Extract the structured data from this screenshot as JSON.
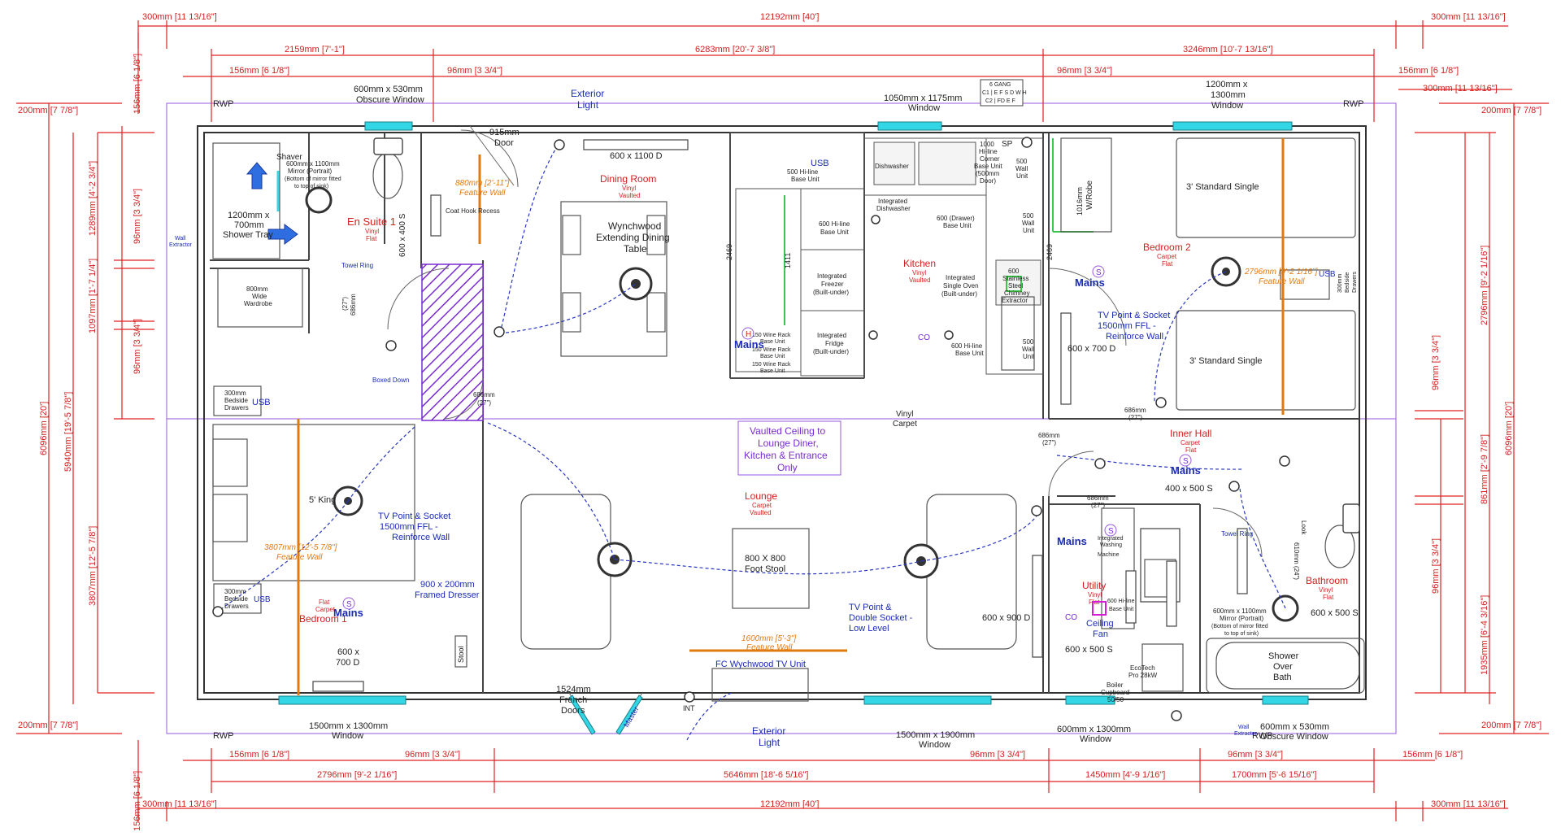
{
  "dims_top": {
    "r1_left": "300mm [11 13/16\"]",
    "r1_mid": "12192mm [40']",
    "r1_right": "300mm [11 13/16\"]",
    "r2_a": "2159mm [7'-1\"]",
    "r2_b": "6283mm [20'-7 3/8\"]",
    "r2_c": "3246mm [10'-7 13/16\"]",
    "r3_a": "156mm [6 1/8\"]",
    "r3_b": "96mm [3 3/4\"]",
    "r3_c": "96mm [3 3/4\"]",
    "r3_d": "156mm [6 1/8\"]",
    "r3_e": "300mm [11 13/16\"]",
    "v_left_top": "156mm [6 1/8\"]"
  },
  "dims_bottom": {
    "r1_a": "156mm [6 1/8\"]",
    "r1_b": "96mm [3 3/4\"]",
    "r1_c": "96mm [3 3/4\"]",
    "r1_d": "96mm [3 3/4\"]",
    "r1_e": "156mm [6 1/8\"]",
    "r2_a": "2796mm [9'-2 1/16\"]",
    "r2_b": "5646mm [18'-6 5/16\"]",
    "r2_c": "1450mm [4'-9 1/16\"]",
    "r2_d": "1700mm [5'-6 15/16\"]",
    "r3_left": "300mm [11 13/16\"]",
    "r3_mid": "12192mm [40']",
    "r3_right": "300mm [11 13/16\"]",
    "v_left_bottom": "156mm [6 1/8\"]"
  },
  "dims_left": {
    "top": "200mm [7 7/8\"]",
    "bottom": "200mm [7 7/8\"]",
    "total": "6096mm [20']",
    "a": "5940mm [19'-5 7/8\"]",
    "b": "3807mm [12'-5 7/8\"]",
    "c": "1289mm [4'-2 3/4\"]",
    "d": "96mm [3 3/4\"]",
    "e": "1097mm [1'-7 1/4\"]",
    "f": "96mm [3 3/4\"]"
  },
  "dims_right": {
    "top": "200mm [7 7/8\"]",
    "bottom": "200mm [7 7/8\"]",
    "total": "6096mm [20']",
    "a": "2796mm [9'-2 1/16\"]",
    "b": "96mm [3 3/4\"]",
    "c": "861mm [2'-9 7/8\"]",
    "d": "96mm [3 3/4\"]",
    "e": "1935mm [6'-4 3/16\"]"
  },
  "windows": {
    "w1": "600mm x 530mm",
    "w1b": "Obscure Window",
    "w2": "1050mm x 1175mm",
    "w2b": "Window",
    "w3": "1200mm x",
    "w3b": "1300mm",
    "w3c": "Window",
    "w4": "1500mm x 1300mm",
    "w4b": "Window",
    "w5": "1500mm x 1900mm",
    "w5b": "Window",
    "w6": "600mm x 1300mm",
    "w6b": "Window",
    "w7": "600mm x 530mm",
    "w7b": "Obscure Window",
    "rwp": "RWP"
  },
  "rooms": {
    "en_suite": "En Suite 1",
    "en_suite_f": "Vinyl",
    "en_suite_c": "Flat",
    "dining": "Dining Room",
    "dining_f": "Vinyl",
    "dining_c": "Vaulted",
    "kitchen": "Kitchen",
    "kitchen_f": "Vinyl",
    "kitchen_c": "Vaulted",
    "bedroom2": "Bedroom 2",
    "bedroom2_f": "Carpet",
    "bedroom2_c": "Flat",
    "bedroom1": "Bedroom 1",
    "bedroom1_f": "Flat",
    "bedroom1_c": "Carpet",
    "lounge": "Lounge",
    "lounge_f": "Carpet",
    "lounge_c": "Vaulted",
    "inner_hall": "Inner Hall",
    "inner_hall_f": "Carpet",
    "inner_hall_c": "Flat",
    "utility": "Utility",
    "utility_f": "Vinyl",
    "utility_c": "Flat",
    "bathroom": "Bathroom",
    "bathroom_f": "Vinyl",
    "bathroom_c": "Flat",
    "vinyl": "Vinyl",
    "carpet": "Carpet"
  },
  "labels": {
    "exterior_light": "Exterior",
    "exterior_light2": "Light",
    "door_915": "915mm",
    "door_915b": "Door",
    "rad_600x1100": "600 x 1100 D",
    "table1": "Wynchwood",
    "table2": "Extending Dining",
    "table3": "Table",
    "shower1": "1200mm x",
    "shower2": "700mm",
    "shower3": "Shower Tray",
    "shaver": "Shaver",
    "mirror1": "600mm x 1100mm",
    "mirror2": "Mirror (Portrait)",
    "mirror3": "(Bottom of mirror fitted",
    "mirror4": "to top of sink)",
    "feature_880": "880mm [2'-11\"]",
    "feature_wall": "Feature Wall",
    "coat_hook": "Coat Hook Recess",
    "rad_600x400": "600 x 400 S",
    "wall_extractor": "Wall",
    "wall_extractor2": "Extractor",
    "towel_ring": "Towel Ring",
    "w800": "800mm",
    "w800b": "Wide",
    "w800c": "Wardrobe",
    "boxed_down": "Boxed Down",
    "bedside1": "300mm",
    "bedside1b": "Bedside",
    "bedside1c": "Drawers",
    "usb": "USB",
    "usb_base1": "USB",
    "usb_base2": "500 Hi-line",
    "usb_base3": "Base Unit",
    "base600_1": "600 Hi-line",
    "base600_2": "Base Unit",
    "freezer1": "Integrated",
    "freezer2": "Freezer",
    "freezer3": "(Built-under)",
    "fridge1": "Integrated",
    "fridge2": "Fridge",
    "fridge3": "(Built-under)",
    "wine1": "150 Wine Rack",
    "wine2": "Base Unit",
    "dishwasher": "Dishwasher",
    "int_dish1": "Integrated",
    "int_dish2": "Dishwasher",
    "drawer600_1": "600 (Drawer)",
    "drawer600_2": "Base Unit",
    "oven1": "Integrated",
    "oven2": "Single Oven",
    "oven3": "(Built-under)",
    "corner1": "1000",
    "corner2": "Hi-line",
    "corner3": "Corner",
    "corner4": "Base Unit",
    "corner5": "(500mm",
    "corner6": "Door)",
    "wall500_1": "500",
    "wall500_2": "Wall",
    "wall500_3": "Unit",
    "chimney1": "600",
    "chimney2": "Stainless",
    "chimney3": "Steel",
    "chimney4": "Chimney",
    "chimney5": "Extractor",
    "base600_hi": "600 Hi-line",
    "base600_hi2": "Base Unit",
    "gang1": "6 GANG",
    "gang2": "C1 | E F S D W H",
    "gang3": "C2 | FD E F",
    "sp": "SP",
    "wrobe1": "1016mm",
    "wrobe2": "W/Robe",
    "single1": "3' Standard Single",
    "single2": "3' Standard Single",
    "feature_2796": "2796mm [9'-2 1/16\"]",
    "tv_point1": "TV Point & Socket",
    "tv_point2": "1500mm FFL -",
    "tv_point3": "Reinforce Wall",
    "rad_600x700": "600 x 700 D",
    "bedside2": "300mm",
    "bedside2b": "Bedside",
    "bedside2c": "Drawers",
    "door686_1": "686mm",
    "door686_2": "(27\")",
    "vaulted1": "Vaulted Ceiling to",
    "vaulted2": "Lounge Diner,",
    "vaulted3": "Kitchen & Entrance",
    "vaulted4": "Only",
    "king": "5' King",
    "feature_3807": "3807mm [12'-5 7/8\"]",
    "dresser1": "900 x 200mm",
    "dresser2": "Framed Dresser",
    "stool": "Stool",
    "rad_600x700b": "600 x",
    "rad_600x700c": "700 D",
    "french1": "1524mm",
    "french2": "French",
    "french3": "Doors",
    "master": "Master",
    "footstool1": "800 X 800",
    "footstool2": "Foot Stool",
    "feature_1600": "1600mm [5'-3\"]",
    "tv_unit": "FC Wychwood TV Unit",
    "tv_double1": "TV Point &",
    "tv_double2": "Double Socket -",
    "tv_double3": "Low Level",
    "rad_600x900": "600 x 900 D",
    "rad_400x500": "400 x 500 S",
    "washer1": "Integrated",
    "washer2": "Washing",
    "washer3": "Machine",
    "utility_base1": "600 Hi-line",
    "utility_base2": "Base Unit",
    "ceiling_fan1": "Ceiling",
    "ceiling_fan2": "Fan",
    "rad_600x500": "600 x 500 S",
    "boiler1": "EcoTech",
    "boiler2": "Pro 28kW",
    "boiler_cup1": "Boiler",
    "boiler_cup2": "Cupboard",
    "boiler_cup3": "50/50",
    "bath_mirror1": "600mm x 1100mm",
    "bath_mirror2": "Mirror (Portrait)",
    "bath_mirror3": "(Bottom of mirror fitted",
    "bath_mirror4": "to top of sink)",
    "rad_600x500b": "600 x 500 S",
    "shower_bath1": "Shower",
    "shower_bath2": "Over",
    "shower_bath3": "Bath",
    "look_610": "610mm (24\")",
    "look_610b": "Look",
    "int": "INT",
    "mains": "Mains",
    "co": "CO",
    "s": "S",
    "h": "H",
    "num_2469": "2469",
    "num_1411": "1411",
    "num_2469b": "2469"
  }
}
